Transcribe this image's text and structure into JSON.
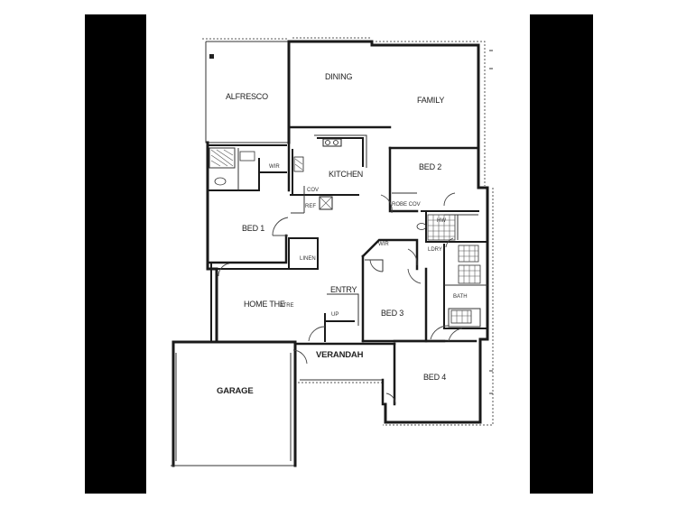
{
  "rooms": {
    "alfresco": "ALFRESCO",
    "dining": "DINING",
    "family": "FAMILY",
    "kitchen": "KITCHEN",
    "bed1": "BED 1",
    "bed2": "BED 2",
    "bed3": "BED 3",
    "bed4": "BED 4",
    "wir1": "WIR",
    "wir2": "WIR",
    "linen": "LINEN",
    "entry": "ENTRY",
    "home_theatre": "HOME THE",
    "verandah": "VERANDAH",
    "garage": "GARAGE",
    "bath": "BATH",
    "ldry": "LDRY"
  },
  "small_text": {
    "theatre_suffix": "ATRE",
    "robe_cov": "ROBE COV",
    "cov": "COV",
    "ref": "REF",
    "up": "UP",
    "hw": "HW"
  }
}
